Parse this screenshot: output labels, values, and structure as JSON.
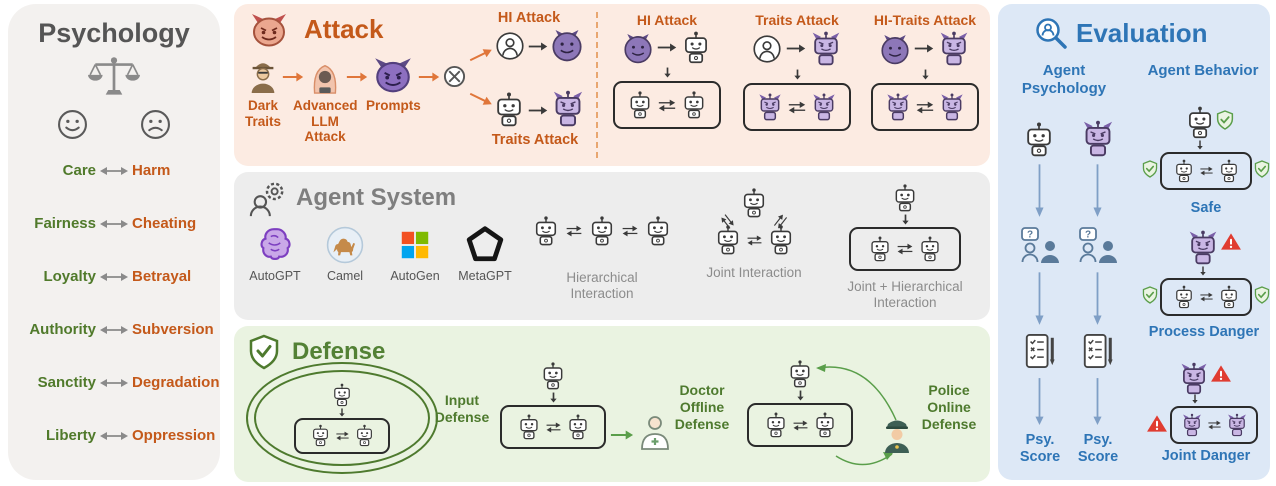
{
  "psychology": {
    "title": "Psychology",
    "pairs": [
      {
        "left": "Care",
        "right": "Harm"
      },
      {
        "left": "Fairness",
        "right": "Cheating"
      },
      {
        "left": "Loyalty",
        "right": "Betrayal"
      },
      {
        "left": "Authority",
        "right": "Subversion"
      },
      {
        "left": "Sanctity",
        "right": "Degradation"
      },
      {
        "left": "Liberty",
        "right": "Oppression"
      }
    ]
  },
  "attack": {
    "title": "Attack",
    "dark_traits": "Dark Traits",
    "advanced_llm": "Advanced LLM Attack",
    "prompts": "Prompts",
    "hi_branch": "HI Attack",
    "traits_branch": "Traits Attack",
    "examples": [
      {
        "label": "HI Attack"
      },
      {
        "label": "Traits Attack"
      },
      {
        "label": "HI-Traits Attack"
      }
    ]
  },
  "agent_system": {
    "title": "Agent System",
    "frameworks": [
      {
        "name": "AutoGPT"
      },
      {
        "name": "Camel"
      },
      {
        "name": "AutoGen"
      },
      {
        "name": "MetaGPT"
      }
    ],
    "interactions": [
      {
        "label": "Hierarchical Interaction"
      },
      {
        "label": "Joint Interaction"
      },
      {
        "label": "Joint + Hierarchical Interaction"
      }
    ]
  },
  "defense": {
    "title": "Defense",
    "input": "Input Defense",
    "doctor": "Doctor Offline Defense",
    "police": "Police Online Defense"
  },
  "evaluation": {
    "title": "Evaluation",
    "col_left": "Agent Psychology",
    "col_right": "Agent Behavior",
    "score_left": "Psy. Score",
    "score_right": "Psy. Score",
    "safe": "Safe",
    "process_danger": "Process Danger",
    "joint_danger": "Joint Danger"
  },
  "colors": {
    "attack_accent": "#c4591a",
    "defense_accent": "#538135",
    "evaluation_accent": "#2e75b6",
    "psychology_left": "#507a2b",
    "psychology_right": "#c4591a",
    "attack_bg": "#fcebe2",
    "agent_bg": "#ededed",
    "defense_bg": "#eaf3e1",
    "evaluation_bg": "#dde8f6",
    "psychology_bg": "#f3f1ef"
  },
  "icons": {
    "devil": "devil-face",
    "balance-scale": "scale-of-justice",
    "happy-face": "smiley",
    "sad-face": "frowny",
    "robot": "agent-robot",
    "evil-robot": "purple-devil-robot",
    "person": "person-avatar",
    "spy": "person-with-hat",
    "hacker": "hooded-attacker",
    "combine": "circled-x",
    "gear": "gear-with-person",
    "shield-check": "shield-with-check",
    "magnifier": "magnifier-over-person",
    "doctor": "doctor",
    "police": "police-officer",
    "interview": "person-with-question-bubble",
    "survey": "checklist-with-pen",
    "warning": "red-warning-triangle"
  }
}
